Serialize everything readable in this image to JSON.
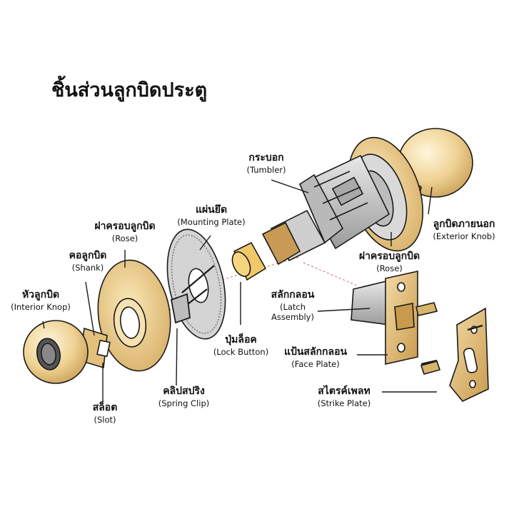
{
  "title": "ชิ้นส่วนลูกบิดประตู",
  "labels": {
    "tumbler": {
      "th": "กระบอก",
      "en": "(Tumbler)"
    },
    "exterior_knob": {
      "th": "ลูกบิดภายนอก",
      "en": "(Exterior Knob)"
    },
    "mounting_plate": {
      "th": "แผ่นยึด",
      "en": "(Mounting Plate)"
    },
    "rose_inner": {
      "th": "ฝาครอบลูกบิด",
      "en": "(Rose)"
    },
    "shank": {
      "th": "คอลูกบิด",
      "en": "(Shank)"
    },
    "interior_knob": {
      "th": "หัวลูกบิด",
      "en": "(Interior Knop)"
    },
    "rose_outer": {
      "th": "ฝาครอบลูกบิด",
      "en": "(Rose)"
    },
    "latch": {
      "th": "สลักกลอน",
      "en": "(Latch Assembly)",
      "en_line1": "(Latch",
      "en_line2": "Assembly)"
    },
    "lock_button": {
      "th": "ปุ่มล็อค",
      "en": "(Lock Button)"
    },
    "face_plate": {
      "th": "แป้นสลักกลอน",
      "en": "(Face Plate)"
    },
    "spring_clip": {
      "th": "คลิปสปริง",
      "en": "(Spring Clip)"
    },
    "strike_plate": {
      "th": "สไตรค์เพลท",
      "en": "(Strike Plate)"
    },
    "slot": {
      "th": "สล็อต",
      "en": "(Slot)"
    }
  },
  "colors": {
    "brass": "#e8c886",
    "brass_dark": "#c9a25a",
    "steel": "#c9c9c9",
    "steel_dark": "#8d8d8d",
    "outline": "#1a1a1a",
    "leader_dashed": "#d06a6a"
  }
}
